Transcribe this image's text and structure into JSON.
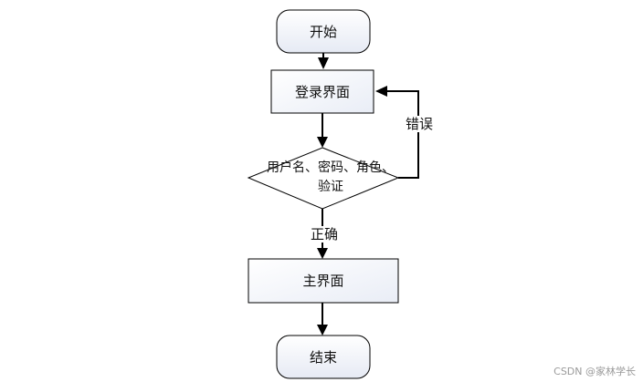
{
  "nodes": {
    "start": "开始",
    "login": "登录界面",
    "check": "用户名、密码、角色、验证",
    "main": "主界面",
    "end": "结束"
  },
  "edges": {
    "error": "错误",
    "correct": "正确"
  },
  "watermark": "CSDN @家林学长",
  "colors": {
    "stroke": "#000000",
    "fill_light": "#ffffff",
    "fill_gradient": "#e6eaf4"
  }
}
